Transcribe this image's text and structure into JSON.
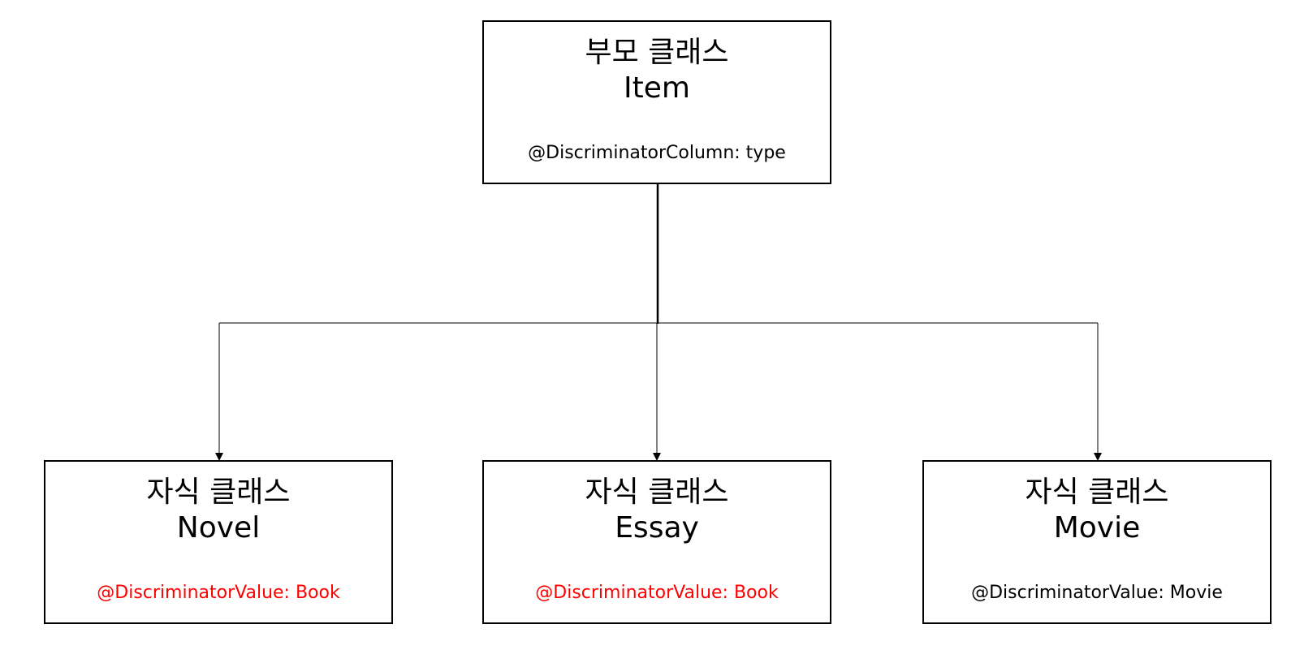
{
  "colors": {
    "line": "#000000",
    "highlight": "#ff0000",
    "normal": "#000000"
  },
  "parent": {
    "role": "부모 클래스",
    "name": "Item",
    "annotation": "@DiscriminatorColumn: type"
  },
  "children": [
    {
      "role": "자식 클래스",
      "name": "Novel",
      "annotation": "@DiscriminatorValue: Book",
      "annotation_color": "#ff0000"
    },
    {
      "role": "자식 클래스",
      "name": "Essay",
      "annotation": "@DiscriminatorValue: Book",
      "annotation_color": "#ff0000"
    },
    {
      "role": "자식 클래스",
      "name": "Movie",
      "annotation": "@DiscriminatorValue: Movie",
      "annotation_color": "#000000"
    }
  ]
}
